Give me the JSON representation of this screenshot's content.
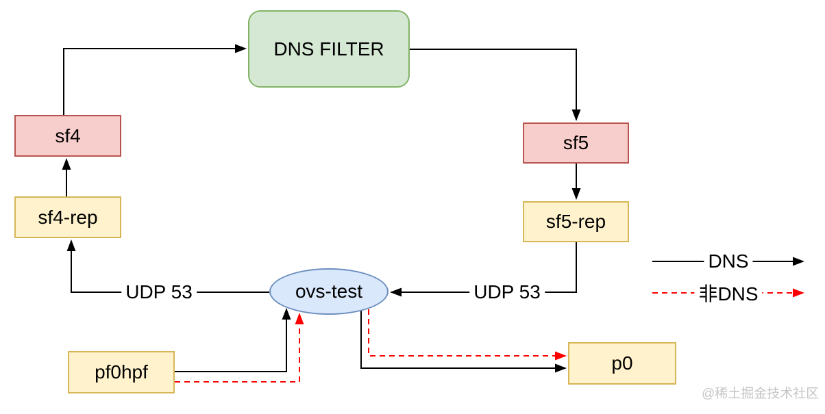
{
  "nodes": {
    "dns_filter": {
      "label": "DNS FILTER",
      "shape": "rounded-rect",
      "fill": "#d5e8d4",
      "border": "#82b366"
    },
    "sf4": {
      "label": "sf4",
      "shape": "rect",
      "fill": "#f8cecc",
      "border": "#b85450"
    },
    "sf4_rep": {
      "label": "sf4-rep",
      "shape": "rect",
      "fill": "#fff2cc",
      "border": "#d6b656"
    },
    "sf5": {
      "label": "sf5",
      "shape": "rect",
      "fill": "#f8cecc",
      "border": "#b85450"
    },
    "sf5_rep": {
      "label": "sf5-rep",
      "shape": "rect",
      "fill": "#fff2cc",
      "border": "#d6b656"
    },
    "ovs_test": {
      "label": "ovs-test",
      "shape": "ellipse",
      "fill": "#dae8fc",
      "border": "#6c8ebf"
    },
    "pf0hpf": {
      "label": "pf0hpf",
      "shape": "rect",
      "fill": "#fff2cc",
      "border": "#d6b656"
    },
    "p0": {
      "label": "p0",
      "shape": "rect",
      "fill": "#fff2cc",
      "border": "#d6b656"
    }
  },
  "edges": [
    {
      "from": "sf4",
      "to": "dns_filter",
      "type": "dns"
    },
    {
      "from": "dns_filter",
      "to": "sf5",
      "type": "dns"
    },
    {
      "from": "sf5",
      "to": "sf5_rep",
      "type": "dns"
    },
    {
      "from": "sf5_rep",
      "to": "ovs_test",
      "type": "dns",
      "label": "UDP 53"
    },
    {
      "from": "ovs_test",
      "to": "sf4_rep",
      "type": "dns",
      "label": "UDP 53"
    },
    {
      "from": "sf4_rep",
      "to": "sf4",
      "type": "dns"
    },
    {
      "from": "pf0hpf",
      "to": "ovs_test",
      "type": "dns"
    },
    {
      "from": "pf0hpf",
      "to": "ovs_test",
      "type": "non_dns"
    },
    {
      "from": "ovs_test",
      "to": "p0",
      "type": "dns"
    },
    {
      "from": "ovs_test",
      "to": "p0",
      "type": "non_dns"
    }
  ],
  "edge_labels": {
    "udp_left": "UDP 53",
    "udp_right": "UDP 53"
  },
  "legend": {
    "dns_label": "DNS",
    "non_dns_label": "非DNS",
    "dns_color": "#000000",
    "non_dns_color": "#ff0000",
    "dns_style": "solid",
    "non_dns_style": "dashed"
  },
  "watermark": "@稀土掘金技术社区"
}
